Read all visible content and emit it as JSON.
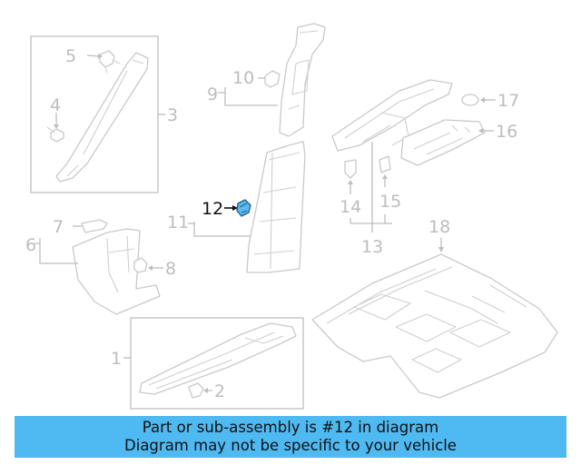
{
  "callouts": {
    "c1": "1",
    "c2": "2",
    "c3": "3",
    "c4": "4",
    "c5": "5",
    "c6": "6",
    "c7": "7",
    "c8": "8",
    "c9": "9",
    "c10": "10",
    "c11": "11",
    "c12": "12",
    "c13": "13",
    "c14": "14",
    "c15": "15",
    "c16": "16",
    "c17": "17",
    "c18": "18"
  },
  "highlighted_part": "12",
  "colors": {
    "highlight": "#5bb8ef",
    "banner": "#4fb9f2",
    "callout": "#bdbdbd"
  },
  "banner": {
    "line1": "Part or sub-assembly is #12 in diagram",
    "line2": "Diagram may not be specific to your vehicle"
  }
}
